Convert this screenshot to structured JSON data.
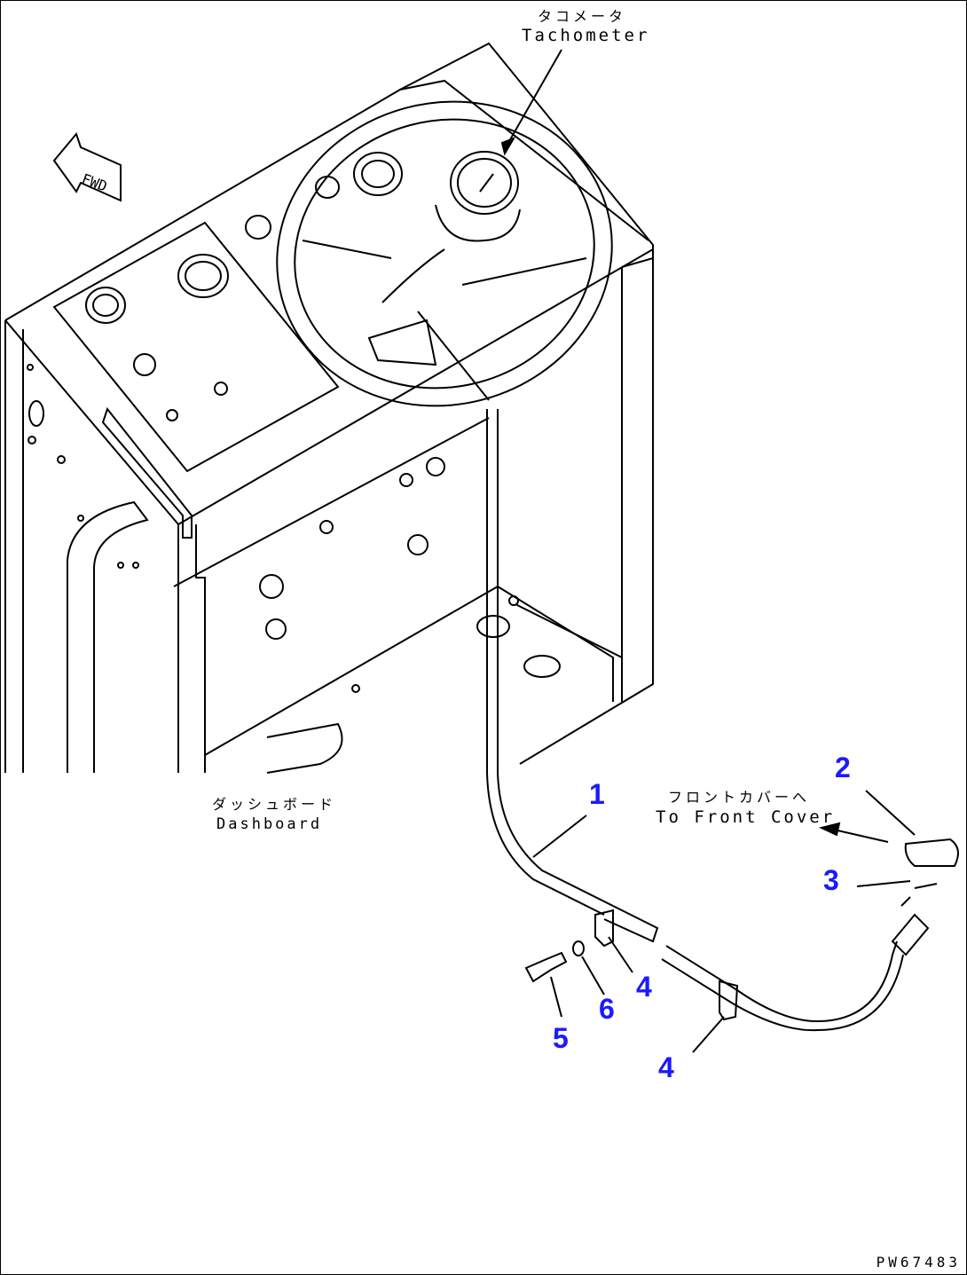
{
  "labels": {
    "tachometer_jp": "タコメータ",
    "tachometer_en": "Tachometer",
    "dashboard_jp": "ダッシュボード",
    "dashboard_en": "Dashboard",
    "front_cover_jp": "フロントカバーへ",
    "front_cover_en": "To Front Cover",
    "fwd": "FWD"
  },
  "callouts": [
    "1",
    "2",
    "3",
    "4",
    "5",
    "6",
    "4"
  ],
  "drawing_code": "PW67483",
  "colors": {
    "callout": "#1a1aff",
    "line": "#000000"
  }
}
